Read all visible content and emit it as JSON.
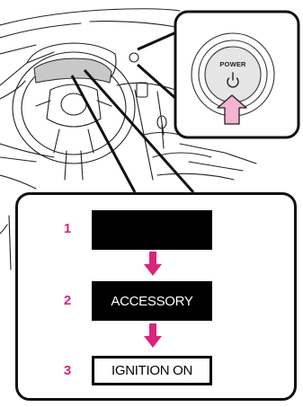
{
  "power_button": {
    "label": "POWER",
    "icon": "power-symbol-icon"
  },
  "modes": [
    {
      "number": "1",
      "label": ""
    },
    {
      "number": "2",
      "label": "ACCESSORY"
    },
    {
      "number": "3",
      "label": "IGNITION ON"
    }
  ],
  "colors": {
    "accent": "#d9257a",
    "highlight_arrow": "#f4b3d0",
    "cycle_arrow": "#e04a8c"
  }
}
